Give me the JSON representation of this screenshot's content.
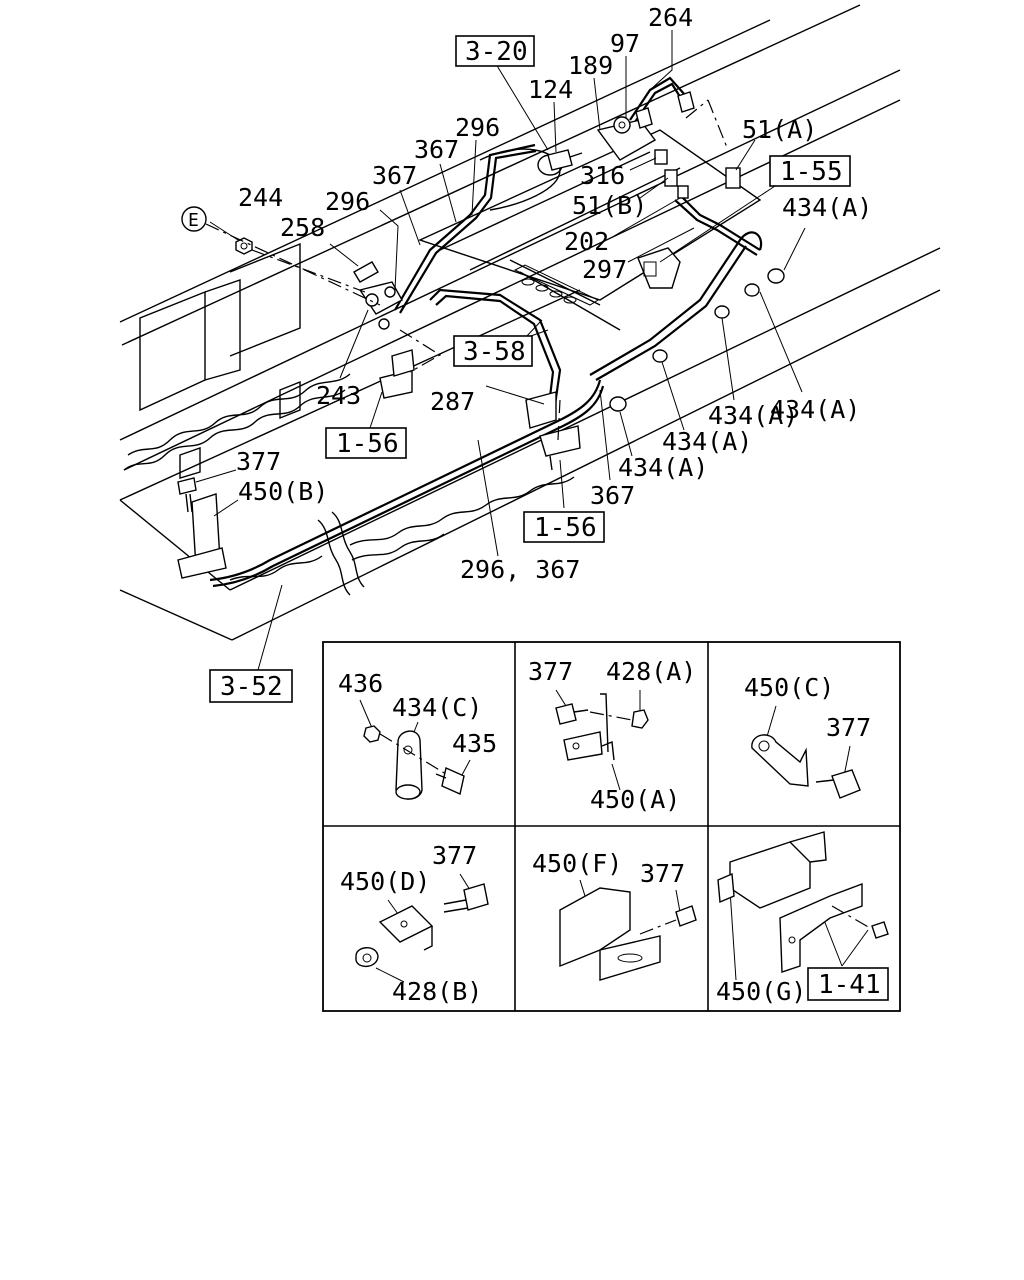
{
  "main_callouts": [
    {
      "id": "c264",
      "text": "264"
    },
    {
      "id": "c97",
      "text": "97"
    },
    {
      "id": "c189",
      "text": "189"
    },
    {
      "id": "c124",
      "text": "124"
    },
    {
      "id": "c51a",
      "text": "51(A)"
    },
    {
      "id": "c296a",
      "text": "296"
    },
    {
      "id": "c367a",
      "text": "367"
    },
    {
      "id": "c367b",
      "text": "367"
    },
    {
      "id": "c316",
      "text": "316"
    },
    {
      "id": "c51b",
      "text": "51(B)"
    },
    {
      "id": "c434a1",
      "text": "434(A)"
    },
    {
      "id": "c244",
      "text": "244"
    },
    {
      "id": "c296b",
      "text": "296"
    },
    {
      "id": "c258",
      "text": "258"
    },
    {
      "id": "c202",
      "text": "202"
    },
    {
      "id": "c297",
      "text": "297"
    },
    {
      "id": "c243",
      "text": "243"
    },
    {
      "id": "c287",
      "text": "287"
    },
    {
      "id": "c434a2",
      "text": "434(A)"
    },
    {
      "id": "c434a3",
      "text": "434(A)"
    },
    {
      "id": "c434a4",
      "text": "434(A)"
    },
    {
      "id": "c434a5",
      "text": "434(A)"
    },
    {
      "id": "c377",
      "text": "377"
    },
    {
      "id": "c450b",
      "text": "450(B)"
    },
    {
      "id": "c367c",
      "text": "367"
    },
    {
      "id": "c296367",
      "text": "296, 367"
    }
  ],
  "reference_boxes": [
    {
      "id": "r320",
      "text": "3-20"
    },
    {
      "id": "r155",
      "text": "1-55"
    },
    {
      "id": "r358",
      "text": "3-58"
    },
    {
      "id": "r156a",
      "text": "1-56"
    },
    {
      "id": "r156b",
      "text": "1-56"
    },
    {
      "id": "r352",
      "text": "3-52"
    }
  ],
  "view_marker": "E",
  "detail_grid": {
    "cells": [
      {
        "name": "detail-434c",
        "labels": [
          "436",
          "434(C)",
          "435"
        ]
      },
      {
        "name": "detail-450a",
        "labels": [
          "377",
          "428(A)",
          "450(A)"
        ]
      },
      {
        "name": "detail-450c",
        "labels": [
          "450(C)",
          "377"
        ]
      },
      {
        "name": "detail-450d",
        "labels": [
          "377",
          "450(D)",
          "428(B)"
        ]
      },
      {
        "name": "detail-450f",
        "labels": [
          "450(F)",
          "377"
        ]
      },
      {
        "name": "detail-450g",
        "labels": [
          "450(G)",
          "1-41"
        ]
      }
    ]
  }
}
